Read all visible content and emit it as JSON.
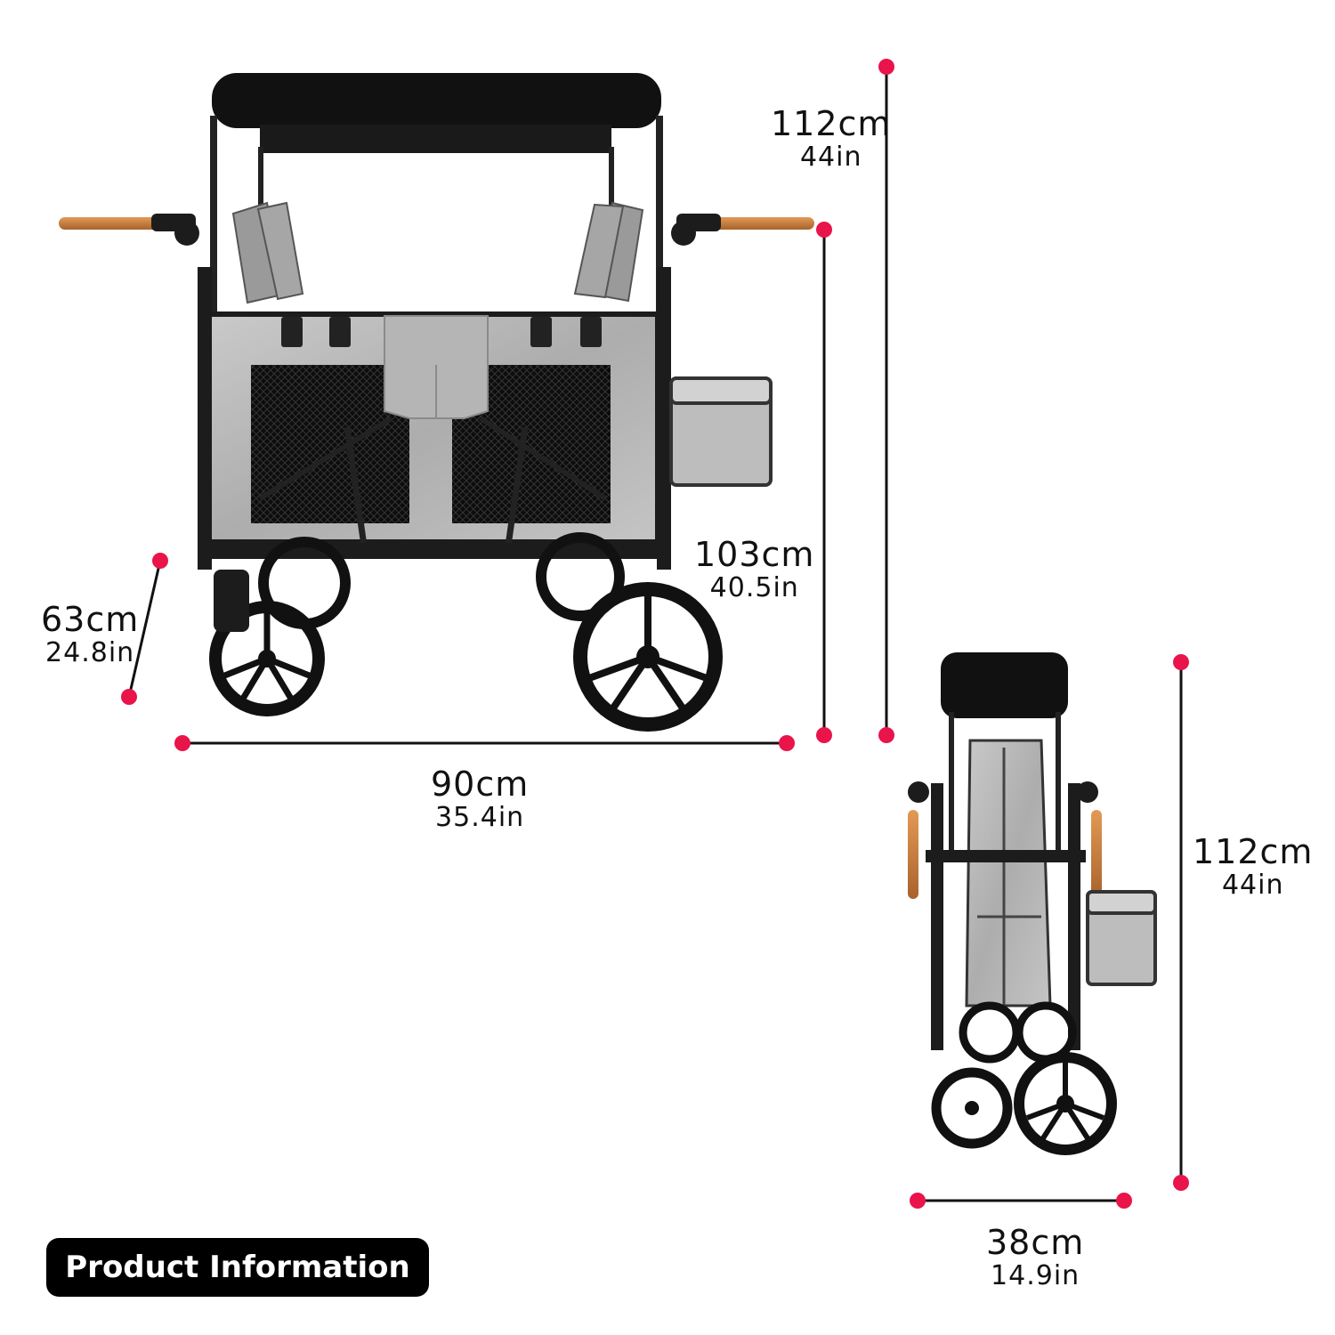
{
  "badge": {
    "label": "Product Information"
  },
  "dimensions": {
    "unfolded_height": {
      "cm": "112cm",
      "in": "44in"
    },
    "handle_height": {
      "cm": "103cm",
      "in": "40.5in"
    },
    "wheel_depth": {
      "cm": "63cm",
      "in": "24.8in"
    },
    "unfolded_width": {
      "cm": "90cm",
      "in": "35.4in"
    },
    "folded_height": {
      "cm": "112cm",
      "in": "44in"
    },
    "folded_width": {
      "cm": "38cm",
      "in": "14.9in"
    }
  },
  "colors": {
    "marker": "#e8144a",
    "line": "#111111",
    "canopy": "#111111",
    "fabric": "#b9b9b9",
    "frame": "#1c1c1c",
    "handle_wood": "#c77b3c",
    "badge_bg": "#000000",
    "badge_text": "#ffffff"
  },
  "icons": [
    "unfolded-wagon-illustration",
    "folded-wagon-illustration"
  ]
}
